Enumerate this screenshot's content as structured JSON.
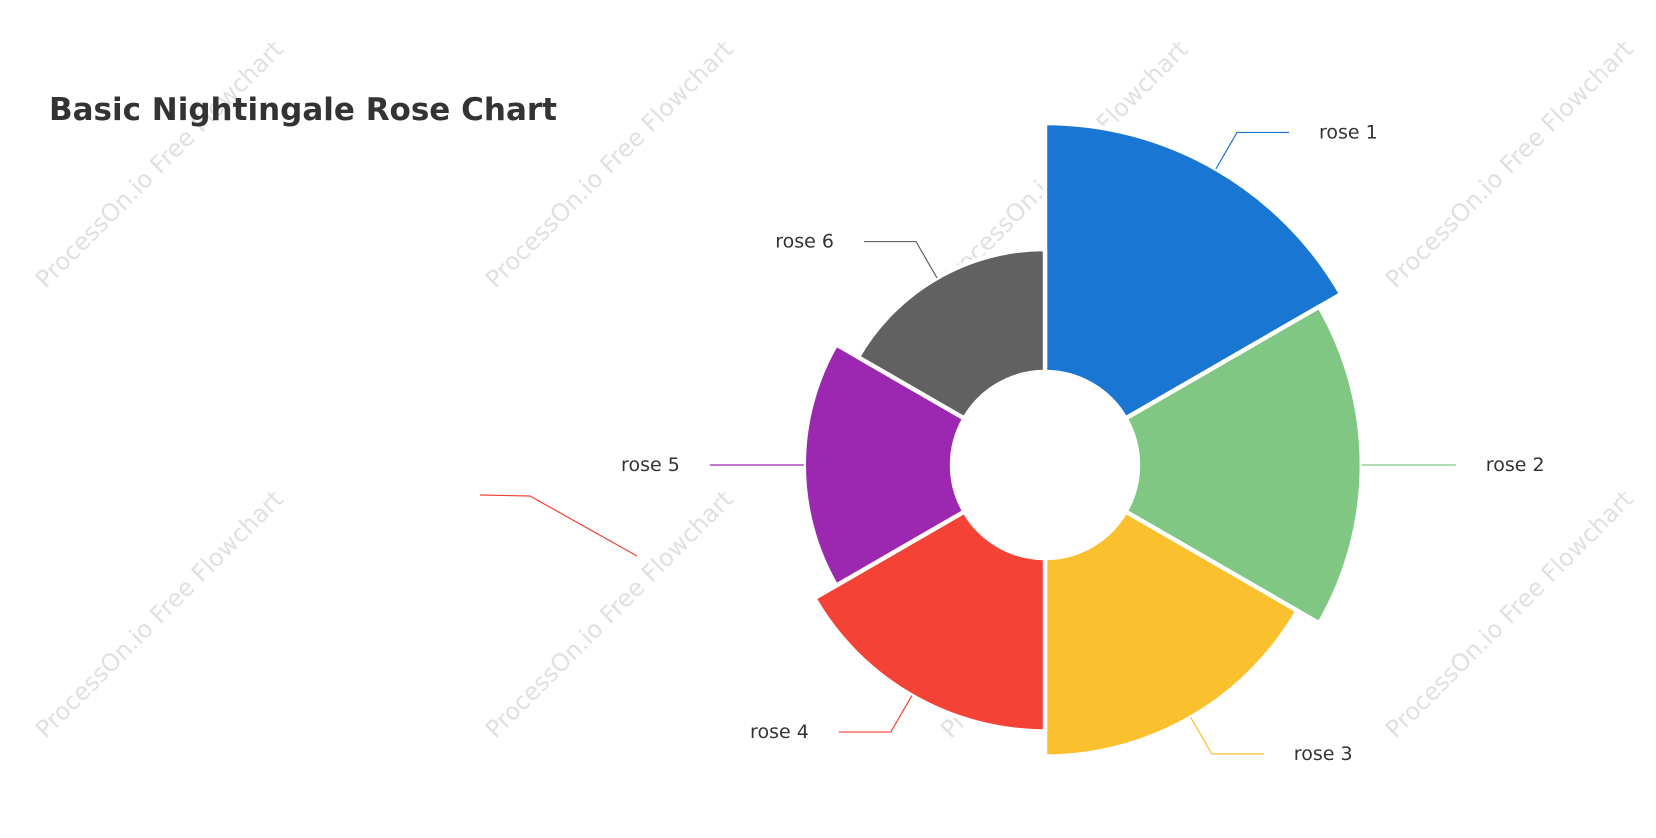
{
  "watermark": {
    "text": "ProcessOn.io Free Flowchart"
  },
  "chart_data": {
    "type": "pie",
    "variant": "nightingale-rose",
    "title": "Basic Nightingale Rose Chart",
    "categories": [
      "rose 1",
      "rose 2",
      "rose 3",
      "rose 4",
      "rose 5",
      "rose 6"
    ],
    "values": [
      100,
      90,
      80,
      70,
      60,
      50
    ],
    "colors": [
      "#1976d2",
      "#81c784",
      "#fbc02d",
      "#f44336",
      "#9c27b0",
      "#616161"
    ],
    "label_placement": "outside-with-leader-lines",
    "legend": "none"
  }
}
